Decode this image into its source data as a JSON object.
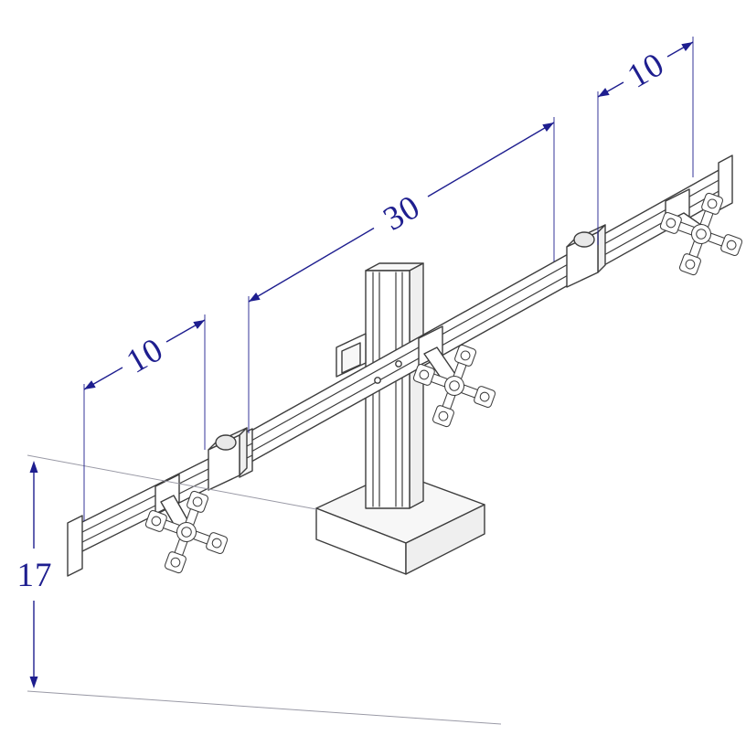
{
  "figure": {
    "type": "isometric-technical-drawing",
    "subject": "Triple monitor desk stand with sliding crossbar, center pole, weighted base and three VESA mounting plates",
    "background_color": "#ffffff"
  },
  "annotations": {
    "crossbar_length": {
      "value": "30"
    },
    "right_slide_travel": {
      "value": "10"
    },
    "left_slide_travel": {
      "value": "10"
    },
    "pole_height": {
      "value": "17"
    }
  },
  "style": {
    "dimension_color": "#1e1e8f",
    "drawing_line_color": "#3d3d3d",
    "construction_line_color": "#9a9aa6"
  }
}
